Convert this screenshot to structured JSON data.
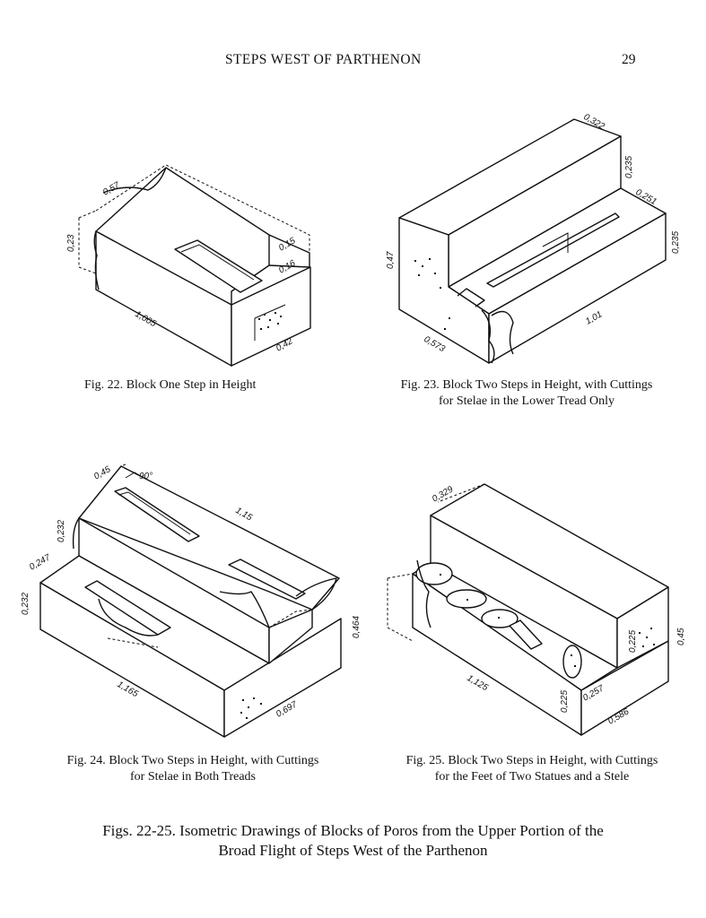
{
  "header": {
    "running_title": "STEPS WEST OF PARTHENON",
    "page_number": "29"
  },
  "figures": [
    {
      "number": "Fig. 22.",
      "caption": [
        "Block One Step in Height"
      ],
      "dimensions": {
        "top": "0,57",
        "left_height": "0,23",
        "step_upper": "0,15",
        "step_lower": "0,16",
        "length": "1,005",
        "width": "0,42"
      }
    },
    {
      "number": "Fig. 23.",
      "caption": [
        "Block Two Steps in Height, with Cuttings",
        "for Stelae in the Lower Tread Only"
      ],
      "dimensions": {
        "top": "0,322",
        "riser_upper": "0,235",
        "tread": "0,251",
        "riser_lower": "0,235",
        "left_height": "0,47",
        "length": "1,01",
        "width": "0,573"
      }
    },
    {
      "number": "Fig. 24.",
      "caption": [
        "Block Two Steps in Height, with Cuttings",
        "for Stelae in Both Treads"
      ],
      "dimensions": {
        "top": "0,45",
        "angle": "90°",
        "length_top": "1,15",
        "riser_upper": "0,232",
        "tread": "0,247",
        "riser_lower": "0,232",
        "height": "0,464",
        "length": "1,165",
        "width": "0,697"
      }
    },
    {
      "number": "Fig. 25.",
      "caption": [
        "Block Two Steps in Height, with Cuttings",
        "for the Feet of Two Statues and a Stele"
      ],
      "dimensions": {
        "top": "0,329",
        "riser_upper": "0,225",
        "height": "0,45",
        "length": "1,125",
        "riser_lower": "0,225",
        "tread": "0,257",
        "width": "0,586"
      }
    }
  ],
  "plate_caption": {
    "line1": "Figs. 22-25. Isometric Drawings of Blocks of Poros from the Upper Portion of the",
    "line2": "Broad Flight of Steps West of the Parthenon"
  }
}
